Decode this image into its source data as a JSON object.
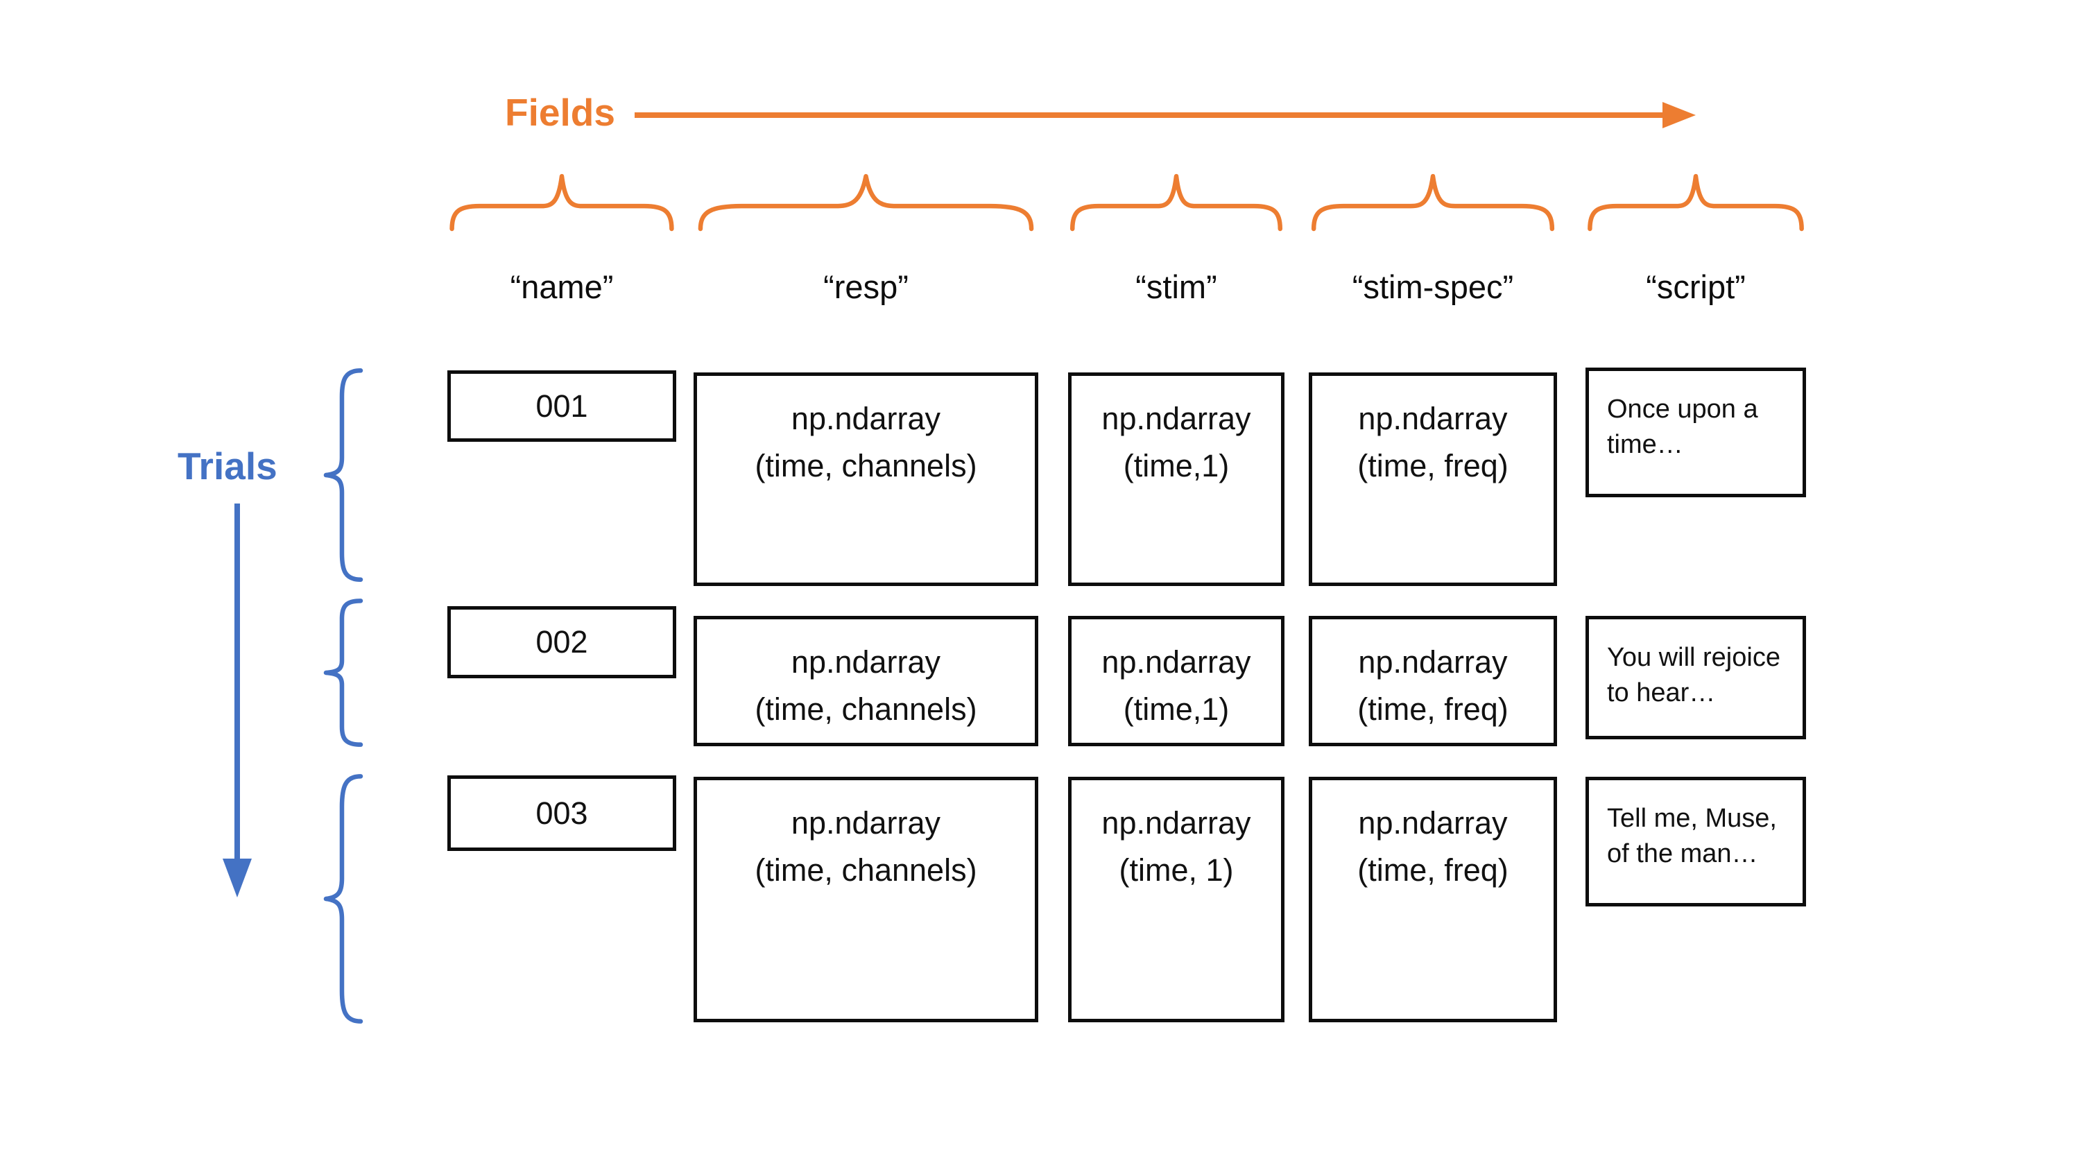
{
  "diagram": {
    "fields_label": "Fields",
    "trials_label": "Trials",
    "columns": [
      {
        "id": "name",
        "header": "“name”"
      },
      {
        "id": "resp",
        "header": "“resp”"
      },
      {
        "id": "stim",
        "header": "“stim”"
      },
      {
        "id": "stim-spec",
        "header": "“stim-spec”"
      },
      {
        "id": "script",
        "header": "“script”"
      }
    ],
    "rows": [
      {
        "name": "001",
        "resp": {
          "line1": "np.ndarray",
          "line2": "(time, channels)"
        },
        "stim": {
          "line1": "np.ndarray",
          "line2": "(time,1)"
        },
        "stim_spec": {
          "line1": "np.ndarray",
          "line2": "(time, freq)"
        },
        "script": {
          "line1": "Once upon a",
          "line2": "time…"
        }
      },
      {
        "name": "002",
        "resp": {
          "line1": "np.ndarray",
          "line2": "(time, channels)"
        },
        "stim": {
          "line1": "np.ndarray",
          "line2": "(time,1)"
        },
        "stim_spec": {
          "line1": "np.ndarray",
          "line2": "(time, freq)"
        },
        "script": {
          "line1": "You will rejoice",
          "line2": "to hear…"
        }
      },
      {
        "name": "003",
        "resp": {
          "line1": "np.ndarray",
          "line2": "(time, channels)"
        },
        "stim": {
          "line1": "np.ndarray",
          "line2": "(time, 1)"
        },
        "stim_spec": {
          "line1": "np.ndarray",
          "line2": "(time, freq)"
        },
        "script": {
          "line1": "Tell me, Muse,",
          "line2": "of the man…"
        }
      }
    ],
    "colors": {
      "fields_accent": "#ED7D31",
      "trials_accent": "#4472C4",
      "box_border": "#0d0d0d",
      "background": "#ffffff"
    }
  }
}
